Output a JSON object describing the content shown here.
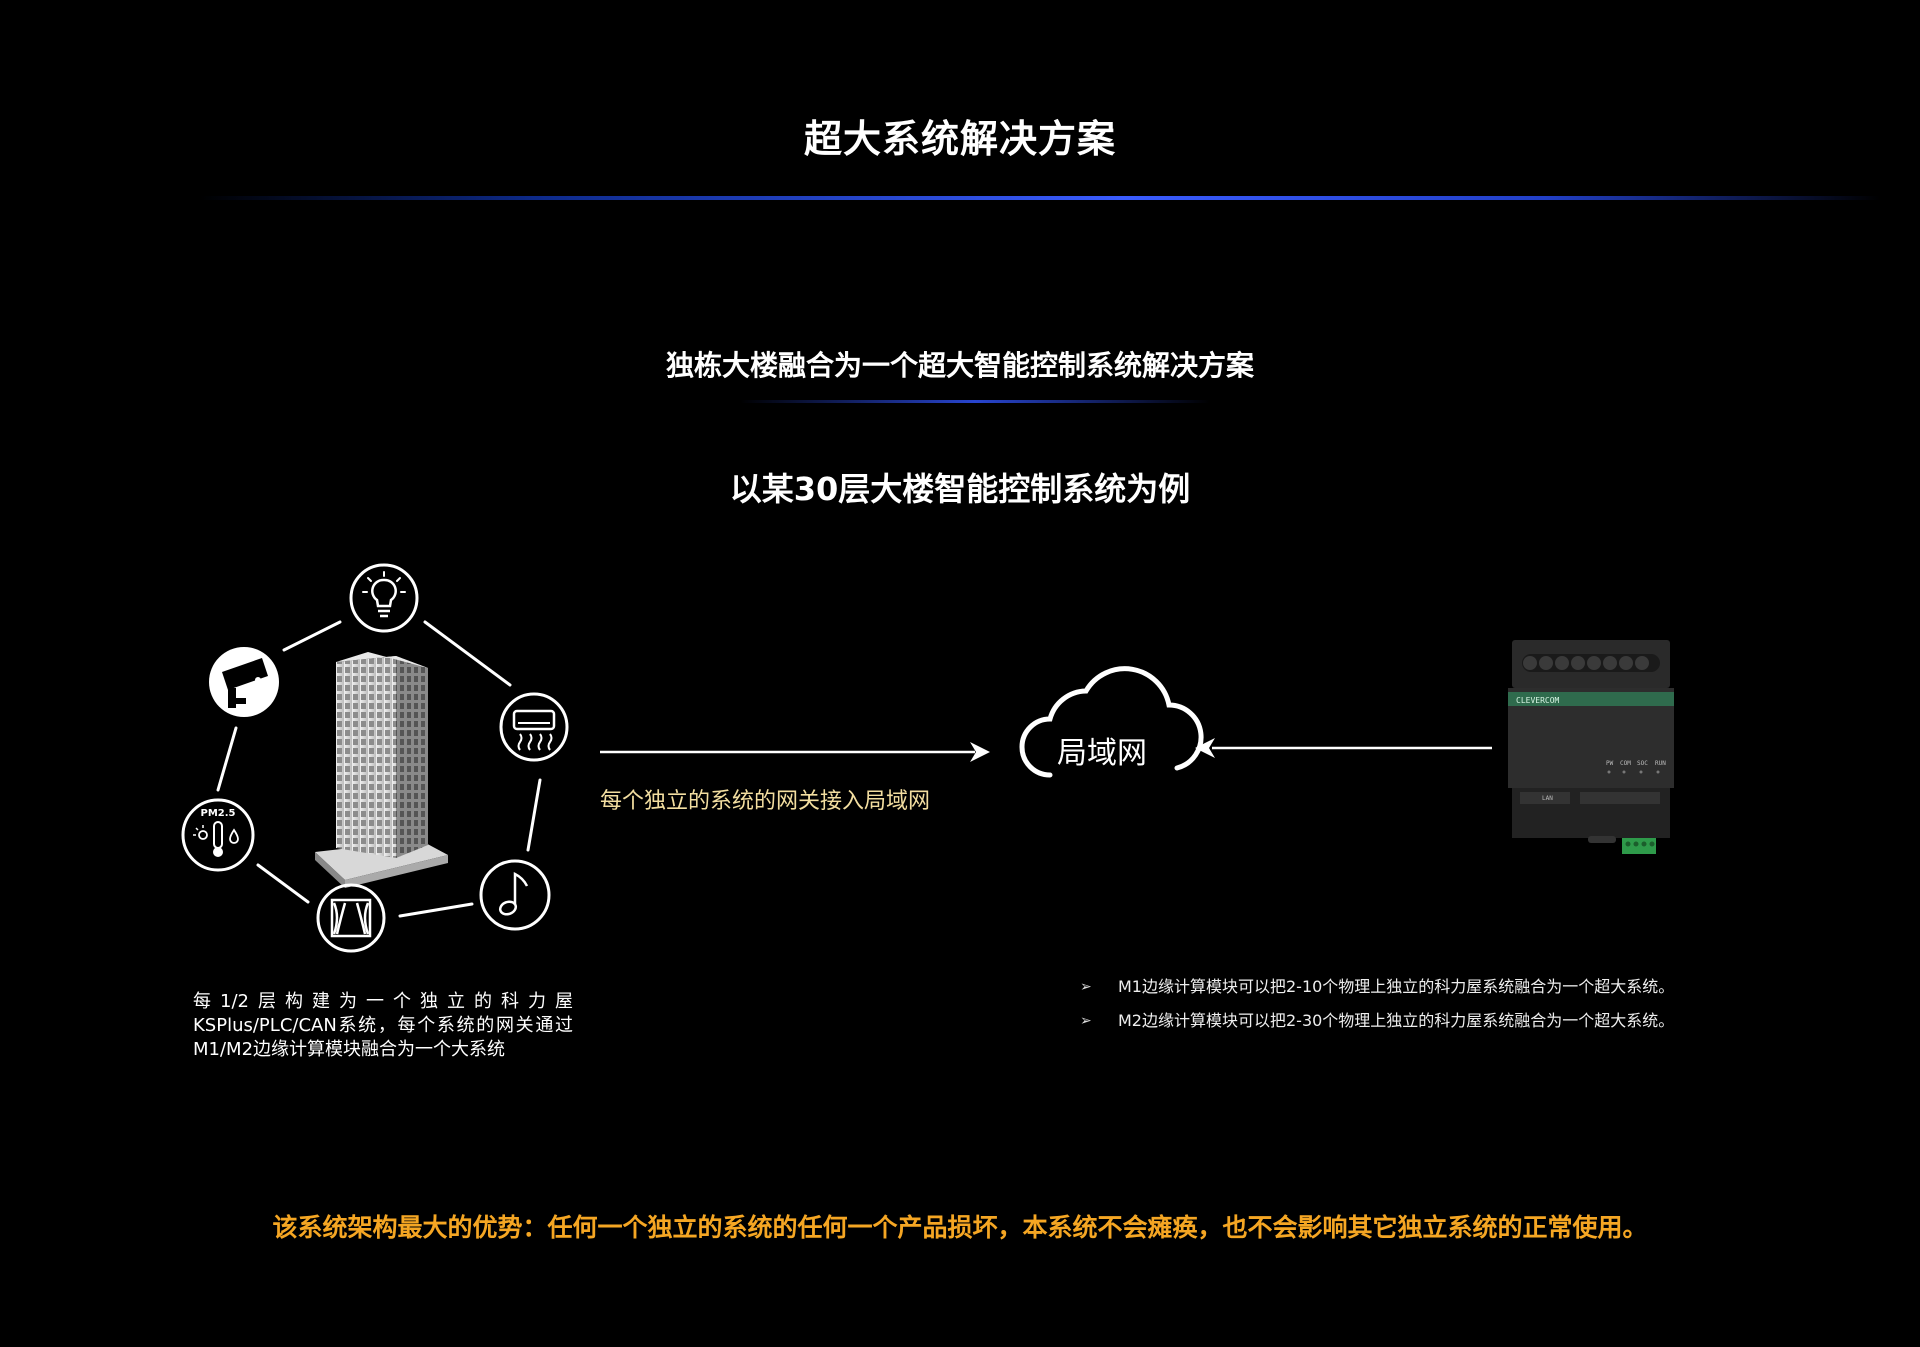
{
  "header": {
    "title": "超大系统解决方案",
    "subtitle": "独栋大楼融合为一个超大智能控制系统解决方案",
    "example": "以某30层大楼智能控制系统为例"
  },
  "diagram": {
    "gateway_caption": "每个独立的系统的网关接入局域网",
    "cloud_label": "局域网",
    "pm_label": "PM2.5",
    "left_description": "每1/2层构建为一个独立的科力屋KSPlus/PLC/CAN系统，每个系统的网关通过M1/M2边缘计算模块融合为一个大系统",
    "module_brand": "CLEVERCOM",
    "module_ports": [
      "PW",
      "COM",
      "SOC",
      "RUN"
    ],
    "module_lan": "LAN"
  },
  "bullets": [
    "M1边缘计算模块可以把2-10个物理上独立的科力屋系统融合为一个超大系统。",
    "M2边缘计算模块可以把2-30个物理上独立的科力屋系统融合为一个超大系统。"
  ],
  "advantage": "该系统架构最大的优势：任何一个独立的系统的任何一个产品损坏，本系统不会瘫痪，也不会影响其它独立系统的正常使用。",
  "colors": {
    "background": "#000000",
    "accent_blue": "#3a5cff",
    "caption_gold": "#f3dea0",
    "advantage_orange": "#f5a623"
  },
  "icons": [
    "lightbulb-icon",
    "cctv-camera-icon",
    "air-conditioner-icon",
    "pm25-sensor-icon",
    "music-note-icon",
    "curtain-icon",
    "cloud-icon"
  ]
}
